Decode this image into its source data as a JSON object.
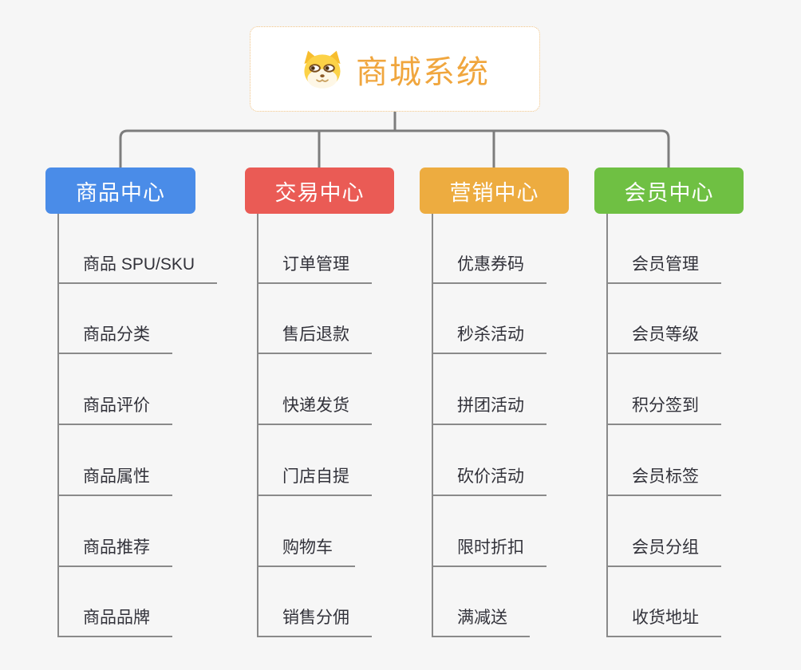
{
  "canvas": {
    "background": "#F6F6F6"
  },
  "root": {
    "title": "商城系统",
    "title_color": "#F0A63E",
    "border_color": "#EFC182",
    "icon": "shiba-dog-icon"
  },
  "lines": {
    "main_color": "#7D7D7D",
    "leaf_color": "#8A8A8A"
  },
  "branches": [
    {
      "label": "商品中心",
      "color": "#4A8CE8",
      "items": [
        "商品 SPU/SKU",
        "商品分类",
        "商品评价",
        "商品属性",
        "商品推荐",
        "商品品牌"
      ]
    },
    {
      "label": "交易中心",
      "color": "#EA5B55",
      "items": [
        "订单管理",
        "售后退款",
        "快递发货",
        "门店自提",
        "购物车",
        "销售分佣"
      ]
    },
    {
      "label": "营销中心",
      "color": "#EDAC40",
      "items": [
        "优惠券码",
        "秒杀活动",
        "拼团活动",
        "砍价活动",
        "限时折扣",
        "满减送"
      ]
    },
    {
      "label": "会员中心",
      "color": "#6FC043",
      "items": [
        "会员管理",
        "会员等级",
        "积分签到",
        "会员标签",
        "会员分组",
        "收货地址"
      ]
    }
  ]
}
